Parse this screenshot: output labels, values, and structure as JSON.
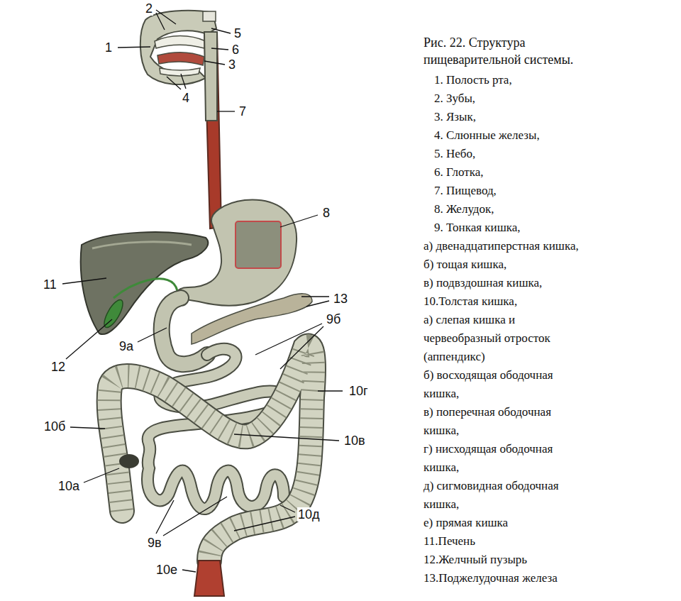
{
  "diagram": {
    "caption": "Рис. 22. Структура пищеварительной системы.",
    "labels": [
      "2",
      "1",
      "5",
      "6",
      "3",
      "4",
      "7",
      "8",
      "11",
      "13",
      "9б",
      "9а",
      "12",
      "10г",
      "10б",
      "10в",
      "10а",
      "10д",
      "9в",
      "10е",
      "1. Полость рта,",
      "2. Зубы,",
      "3. Язык,",
      "4. Слюнные железы,",
      "5. Небо,",
      "6. Глотка,",
      "7. Пищевод,",
      "8. Желудок,",
      "9. Тонкая кишка,",
      "а) двенадцатиперстная кишка,",
      "б) тощая кишка,",
      "в) подвздошная кишка,",
      "10.Толстая кишка,",
      "а) слепая кишка и червеобразный отросток (аппендикс)",
      "б) восходящая ободочная кишка,",
      "в) поперечная ободочная кишка,",
      "г) нисходящая ободочная кишка,",
      "д) сигмовидная ободочная кишка,",
      "е) прямая кишка",
      "11.Печень",
      "12.Желчный пузырь",
      "13.Поджелудочная железа"
    ]
  }
}
